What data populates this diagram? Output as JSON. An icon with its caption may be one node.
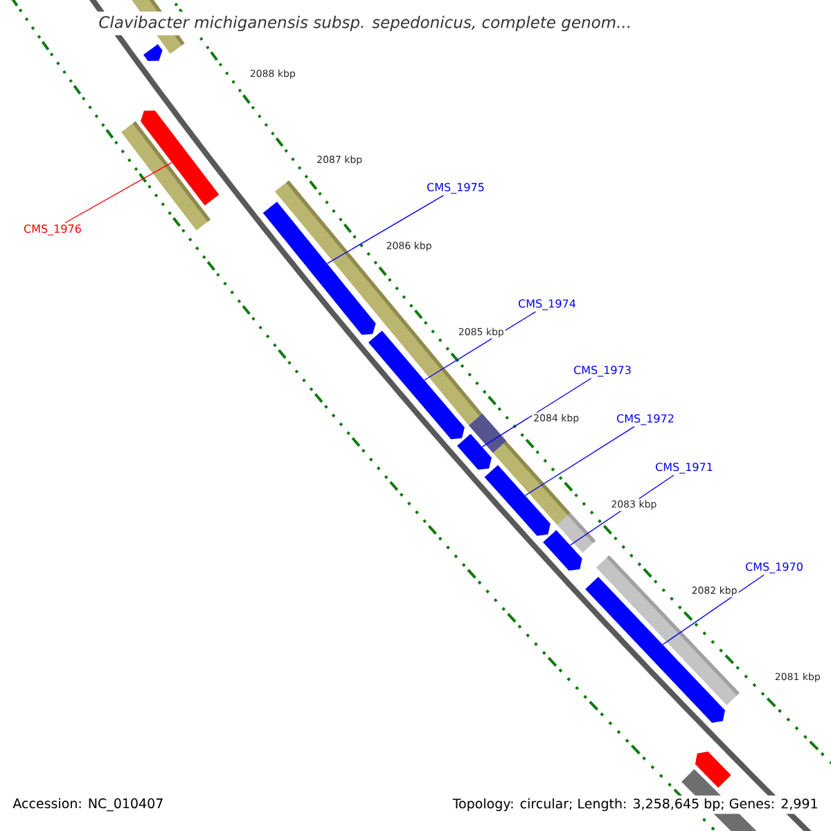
{
  "diagram": {
    "title": "*Clavibacter michiganensis* subsp. *sepedonicus*, complete genom...",
    "nodes": [
      {
        "text": [
          "CMS_1975"
        ]
      },
      {
        "text": [
          "CMS_1976"
        ]
      },
      {
        "text": [
          "CMS_1974"
        ]
      },
      {
        "text": [
          "CMS_1973"
        ]
      },
      {
        "text": [
          "CMS_1972"
        ]
      },
      {
        "text": [
          "CMS_1971"
        ]
      },
      {
        "text": [
          "CMS_1970"
        ]
      },
      {
        "text": [],
        "shape": "arrow"
      },
      {
        "text": [],
        "shape": "arrow"
      },
      {
        "text": [],
        "shape": "arrow"
      },
      {
        "text": [],
        "shape": "arrow"
      },
      {
        "text": [],
        "shape": "arrow"
      },
      {
        "text": [],
        "shape": "arrow"
      },
      {
        "text": [],
        "shape": "arrow"
      },
      {
        "text": [],
        "shape": "arrow"
      },
      {
        "text": [],
        "shape": "arrow"
      }
    ],
    "edges": [
      {
        "from": 1,
        "to": 8,
        "arrow": "none",
        "color": "#ff0000"
      },
      {
        "from": 0,
        "to": 9,
        "arrow": "none"
      },
      {
        "from": 2,
        "to": 10,
        "arrow": "none"
      },
      {
        "from": 3,
        "to": 11,
        "arrow": "none"
      },
      {
        "from": 4,
        "to": 12,
        "arrow": "none"
      },
      {
        "from": 5,
        "to": 13,
        "arrow": "none"
      },
      {
        "from": 6,
        "to": 14,
        "arrow": "none"
      }
    ],
    "labels": [
      "2088 kbp",
      "2087 kbp",
      "2086 kbp",
      "2085 kbp",
      "2084 kbp",
      "2083 kbp",
      "2082 kbp",
      "2081 kbp",
      "Accession: NC_010407",
      "Topology: circular; Length: 3,258,645 bp; Genes: 2,991"
    ]
  }
}
